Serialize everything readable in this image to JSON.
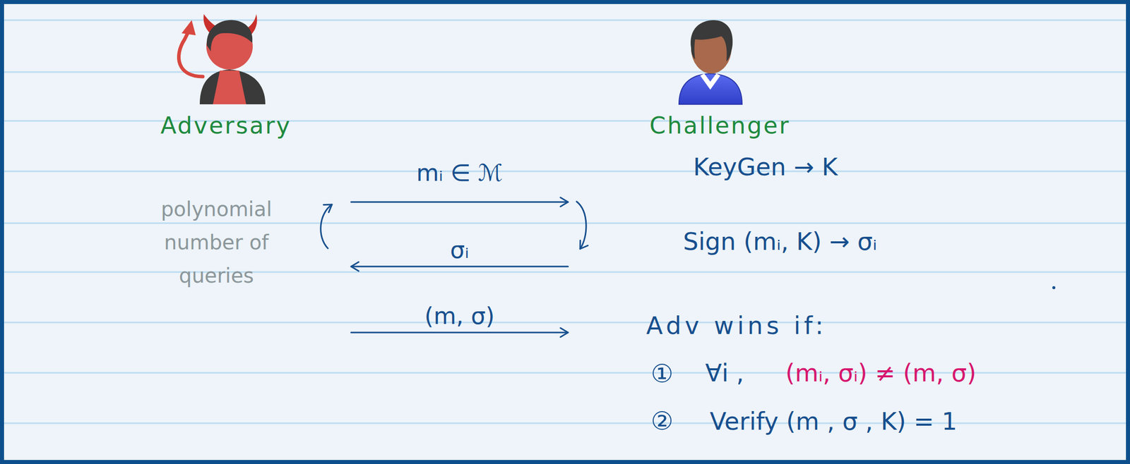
{
  "diagram": {
    "nodes": [
      {
        "text": [
          "Adversary"
        ]
      },
      {
        "text": [
          "Challenger"
        ]
      }
    ],
    "edges": [
      {
        "from": 0,
        "to": 1,
        "label": "mᵢ ∈ ℳ",
        "arrow": "to"
      },
      {
        "from": 1,
        "to": 0,
        "label": "σᵢ",
        "arrow": "to"
      },
      {
        "from": 0,
        "to": 1,
        "label": "(m, σ)",
        "arrow": "to"
      }
    ],
    "labels": [
      "polynomial number of queries",
      "KeyGen → K",
      "Sign (mᵢ, K) → σᵢ",
      "Adv wins if:",
      "①",
      "∀i ,",
      "(mᵢ, σᵢ) ≠ (m, σ)",
      "②",
      "Verify (m , σ , K) = 1"
    ]
  }
}
